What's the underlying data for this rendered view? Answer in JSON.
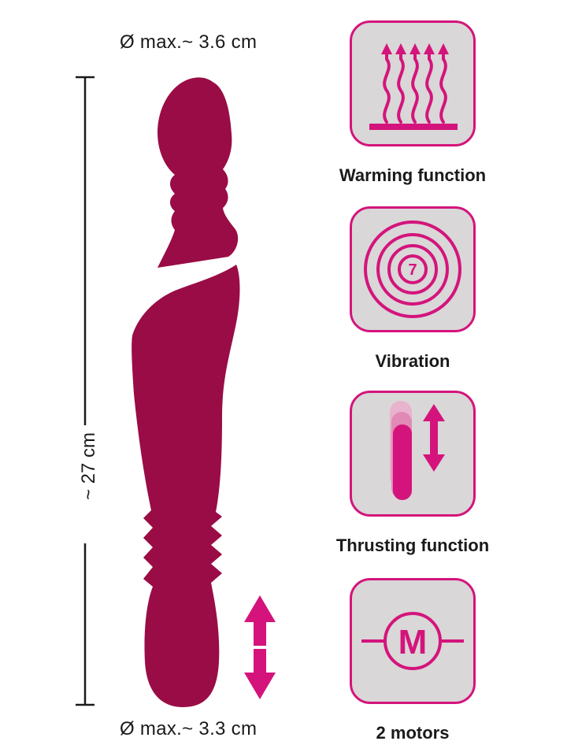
{
  "dimensions": {
    "top_diameter": "Ø max.~ 3.6 cm",
    "bottom_diameter": "Ø max.~ 3.3 cm",
    "length": "~ 27 cm"
  },
  "features": [
    {
      "label": "Warming function",
      "icon": "warming-icon"
    },
    {
      "label": "Vibration",
      "icon": "vibration-icon",
      "icon_text": "7"
    },
    {
      "label": "Thrusting function",
      "icon": "thrusting-icon"
    },
    {
      "label": "2 motors",
      "icon": "motor-icon",
      "icon_text": "M"
    }
  ],
  "colors": {
    "product": "#9a0c45",
    "accent": "#d4147c",
    "icon_background": "#d9d7d7",
    "text": "#1a1a1a"
  }
}
